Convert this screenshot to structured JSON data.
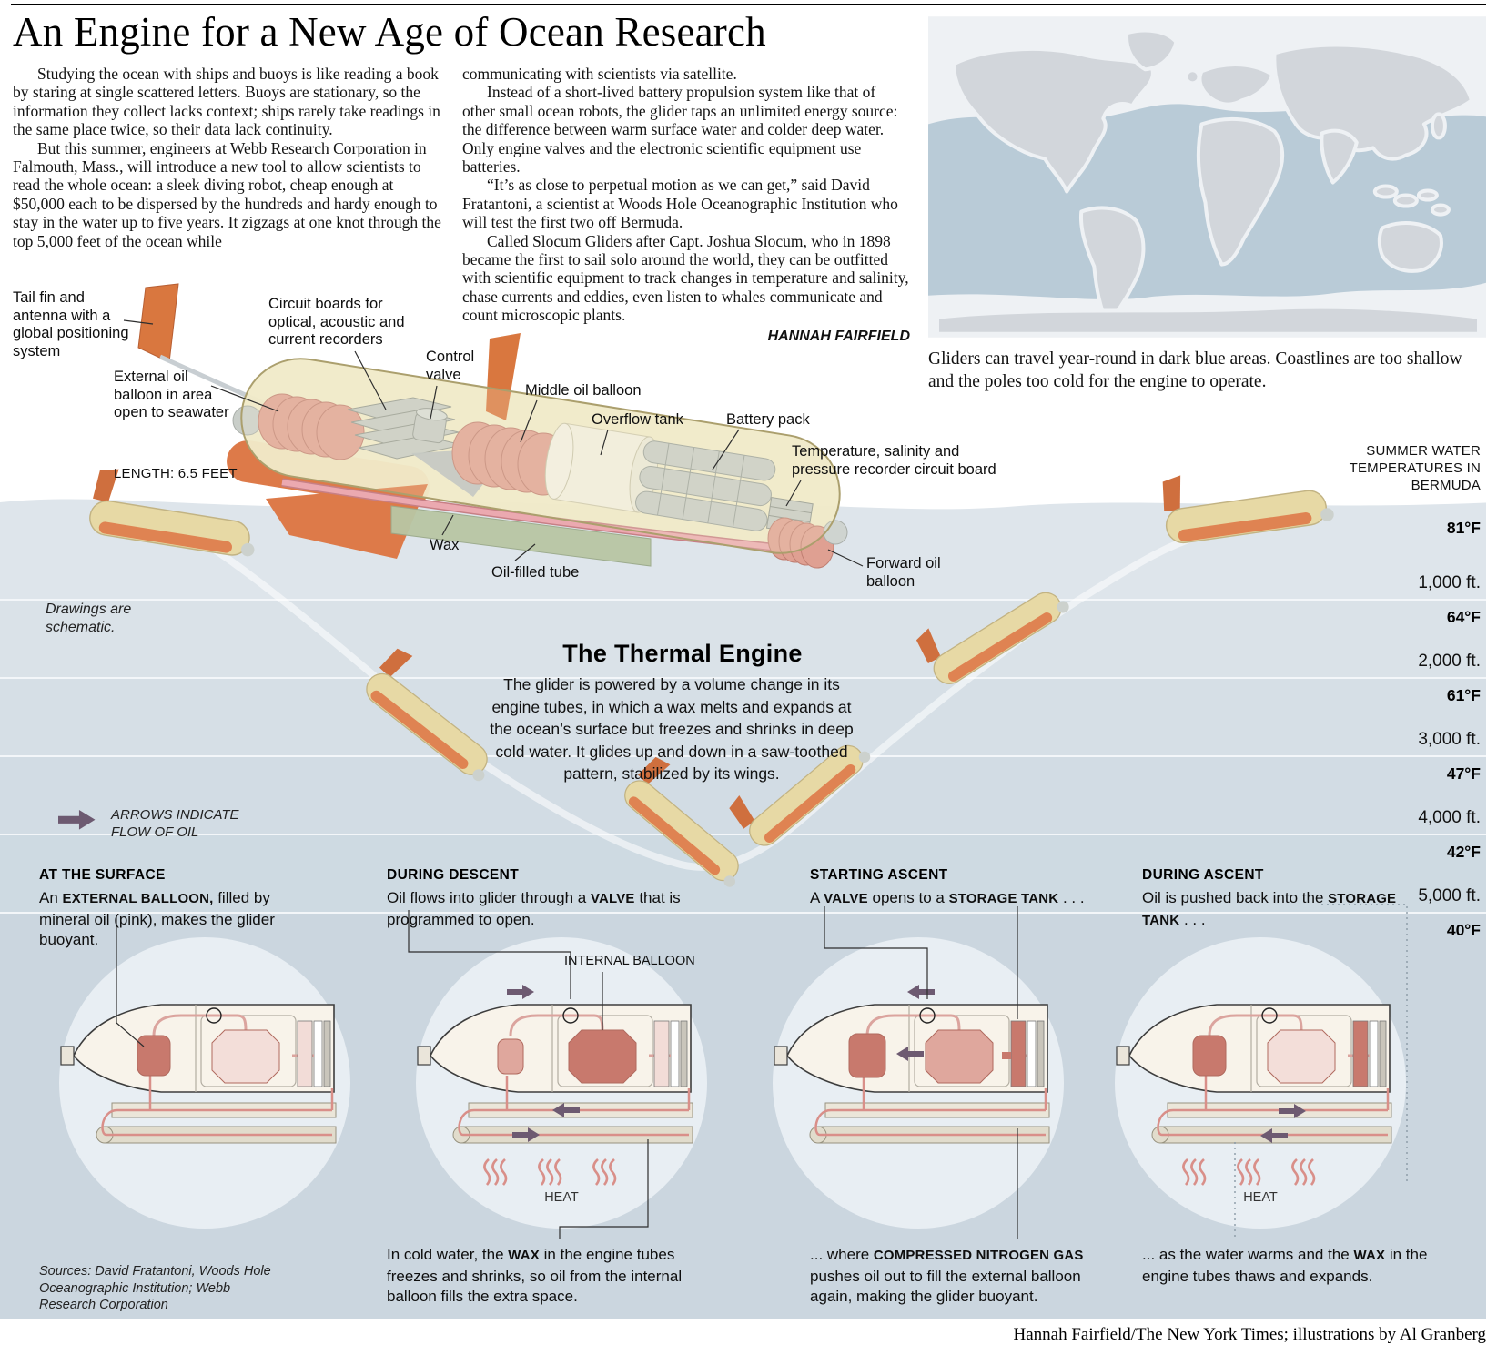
{
  "header": {
    "title": "An Engine for a New Age of Ocean Research",
    "paragraphs_col1": [
      "Studying the ocean with ships and buoys is like reading a book by staring at single scattered letters. Buoys are stationary, so the information they collect lacks context; ships rarely take readings in the same place twice, so their data lack continuity.",
      "But this summer, engineers at Webb Research Corporation in Falmouth, Mass., will introduce a new tool to allow scientists to read the whole ocean: a sleek diving robot, cheap enough at $50,000 each to be dispersed by the hundreds and hardy enough to stay in the water up to five years. It zigzags at one knot through the top 5,000 feet of the ocean while"
    ],
    "paragraphs_col2": [
      "communicating with scientists via satellite.",
      "Instead of a short-lived battery propulsion system like that of other small ocean robots, the glider taps an unlimited energy source: the difference between warm surface water and colder deep water. Only engine valves and the electronic scientific equipment use batteries.",
      "“It’s as close to perpetual motion as we can get,” said David Fratantoni, a scientist at Woods Hole Oceanographic Institution who will test the first two off Bermuda.",
      "Called Slocum Gliders after Capt. Joshua Slocum, who in 1898 became the first to sail solo around the world, they can be outfitted with scientific equipment to track changes in temperature and salinity, chase currents and eddies, even listen to whales communicate and count microscopic plants."
    ],
    "byline": "HANNAH FAIRFIELD"
  },
  "map": {
    "caption": "Gliders can travel year-round in dark blue areas. Coastlines are too shallow and the poles too cold for the engine to operate."
  },
  "glider_labels": {
    "tail_fin": "Tail fin and antenna with a global positioning system",
    "circuit_boards": "Circuit boards for optical, acoustic and current recorders",
    "control_valve": "Control valve",
    "middle_oil_balloon": "Middle oil balloon",
    "overflow_tank": "Overflow tank",
    "battery_pack": "Battery pack",
    "temp_board": "Temperature, salinity and pressure recorder circuit board",
    "external_balloon": "External oil balloon in area open to seawater",
    "length": "LENGTH: 6.5 FEET",
    "wax": "Wax",
    "oil_tube": "Oil-filled tube",
    "forward_balloon": "Forward oil balloon"
  },
  "notes": {
    "schematic": "Drawings are schematic.",
    "arrows_legend": "ARROWS INDICATE FLOW OF OIL"
  },
  "thermal_engine": {
    "title": "The Thermal Engine",
    "body": "The glider is powered by a volume change in its engine tubes, in which a wax melts and expands at the ocean’s surface but freezes and shrinks in deep cold water. It glides up and down in a saw-toothed pattern, stabilized by its wings."
  },
  "depth_scale": {
    "title": "SUMMER WATER TEMPERATURES IN BERMUDA",
    "rows": [
      {
        "temp": "81°F",
        "depth": "1,000 ft."
      },
      {
        "temp": "64°F",
        "depth": "2,000 ft."
      },
      {
        "temp": "61°F",
        "depth": "3,000 ft."
      },
      {
        "temp": "47°F",
        "depth": "4,000 ft."
      },
      {
        "temp": "42°F",
        "depth": "5,000 ft."
      },
      {
        "temp": "40°F",
        "depth": ""
      }
    ]
  },
  "panels": [
    {
      "header": "AT THE SURFACE",
      "body": [
        {
          "t": "An "
        },
        {
          "t": "EXTERNAL BALLOON,",
          "b": true
        },
        {
          "t": " filled by mineral oil (pink), makes the glider buoyant."
        }
      ]
    },
    {
      "header": "DURING DESCENT",
      "body": [
        {
          "t": "Oil flows into glider through a "
        },
        {
          "t": "VALVE",
          "b": true
        },
        {
          "t": " that is programmed to open."
        }
      ],
      "internal_balloon_label": "INTERNAL BALLOON",
      "heat_label": "HEAT",
      "caption": [
        {
          "t": "In cold water, the "
        },
        {
          "t": "WAX",
          "b": true
        },
        {
          "t": " in the engine tubes freezes and shrinks, so oil from the internal balloon fills the extra space."
        }
      ]
    },
    {
      "header": "STARTING ASCENT",
      "body": [
        {
          "t": "A "
        },
        {
          "t": "VALVE",
          "b": true
        },
        {
          "t": " opens to a "
        },
        {
          "t": "STORAGE TANK",
          "b": true
        },
        {
          "t": " . . ."
        }
      ],
      "caption": [
        {
          "t": "... where "
        },
        {
          "t": "COMPRESSED NITROGEN GAS",
          "b": true
        },
        {
          "t": " pushes oil out to fill the external balloon again, making the glider buoyant."
        }
      ]
    },
    {
      "header": "DURING ASCENT",
      "body": [
        {
          "t": "Oil is pushed back into the "
        },
        {
          "t": "STORAGE TANK",
          "b": true
        },
        {
          "t": " . . ."
        }
      ],
      "heat_label": "HEAT",
      "caption": [
        {
          "t": "... as the water warms and the "
        },
        {
          "t": "WAX",
          "b": true
        },
        {
          "t": " in the engine tubes thaws and expands."
        }
      ]
    }
  ],
  "footer": {
    "sources": "Sources: David Fratantoni, Woods Hole Oceanographic Institution; Webb Research Corporation",
    "credit": "Hannah Fairfield/The New York Times; illustrations by Al Granberg"
  },
  "colors": {
    "ocean_band_deep": "#cbd6df",
    "glider_orange": "#dd7a49",
    "oil_pink": "#dfa092",
    "oil_dark_pink": "#c8796d",
    "arrow_purple": "#6d5a71",
    "map_operating_area": "#b9cbd7",
    "map_land": "#d2d6db"
  }
}
